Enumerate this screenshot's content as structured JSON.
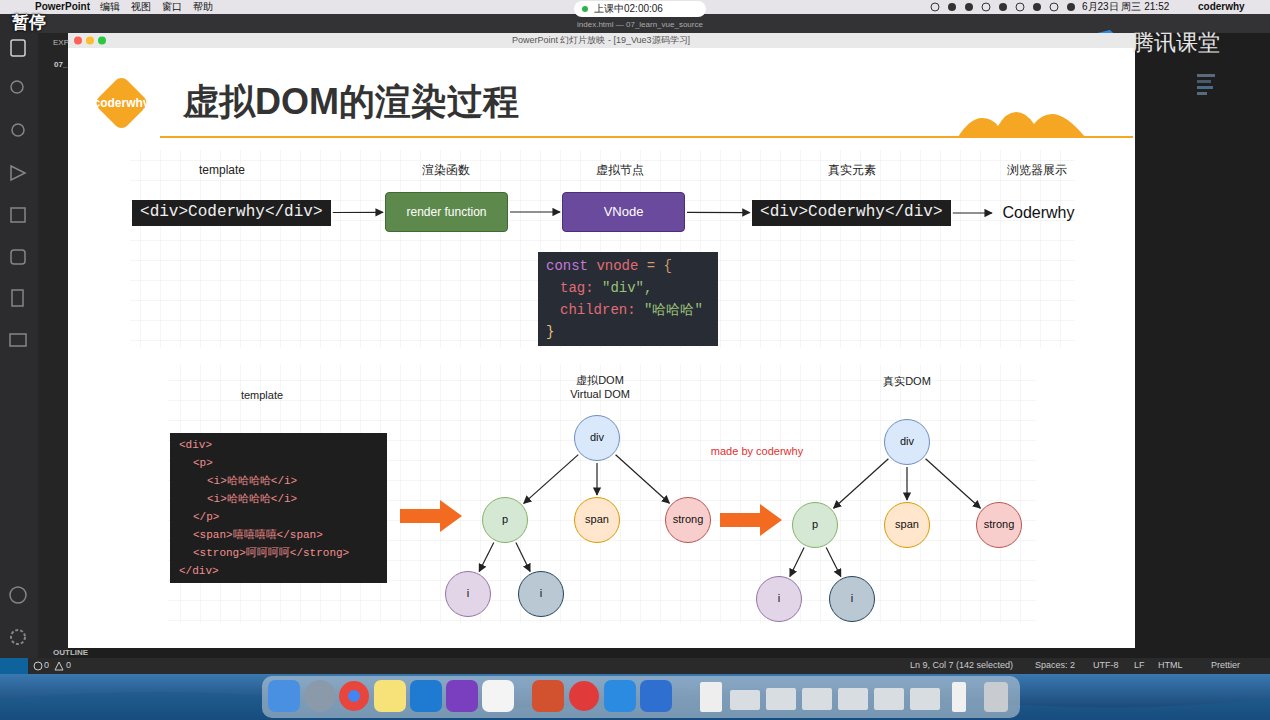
{
  "diagram": {
    "title": "虚拟DOM的渲染过程",
    "nodes": [
      {
        "text": [
          "coderwhy"
        ]
      },
      {
        "text": [
          "<div>Coderwhy</div>"
        ]
      },
      {
        "text": [
          "render function"
        ]
      },
      {
        "text": [
          "VNode"
        ]
      },
      {
        "text": [
          "<div>Coderwhy</div>"
        ]
      },
      {
        "text": [
          "Coderwhy"
        ]
      },
      {
        "text": [
          "const",
          "vnode",
          "= {",
          "tag:",
          "\"div\",",
          "children:",
          "\"哈哈哈\"",
          "}"
        ]
      },
      {
        "text": [
          "<div>",
          "<p>",
          "<i>哈哈哈哈</i>",
          "<i>哈哈哈哈</i>",
          "</p>",
          "<span>嘻嘻嘻嘻</span>",
          "<strong>呵呵呵呵</strong>",
          "</div>"
        ]
      },
      {
        "text": [
          "div"
        ]
      },
      {
        "text": [
          "p"
        ]
      },
      {
        "text": [
          "span"
        ]
      },
      {
        "text": [
          "strong"
        ]
      },
      {
        "text": [
          "i"
        ]
      },
      {
        "text": [
          "i"
        ]
      },
      {
        "text": [
          "div"
        ]
      },
      {
        "text": [
          "p"
        ]
      },
      {
        "text": [
          "span"
        ]
      },
      {
        "text": [
          "strong"
        ]
      },
      {
        "text": [
          "i"
        ]
      },
      {
        "text": [
          "i"
        ]
      }
    ],
    "edges": [
      {
        "from": 1,
        "to": 2,
        "arrow": "to"
      },
      {
        "from": 2,
        "to": 3,
        "arrow": "to"
      },
      {
        "from": 3,
        "to": 4,
        "arrow": "to"
      },
      {
        "from": 4,
        "to": 5,
        "arrow": "to"
      },
      {
        "from": 8,
        "to": 9,
        "arrow": "to"
      },
      {
        "from": 8,
        "to": 10,
        "arrow": "to"
      },
      {
        "from": 8,
        "to": 11,
        "arrow": "to"
      },
      {
        "from": 9,
        "to": 12,
        "arrow": "to"
      },
      {
        "from": 9,
        "to": 13,
        "arrow": "to"
      },
      {
        "from": 14,
        "to": 15,
        "arrow": "to"
      },
      {
        "from": 14,
        "to": 16,
        "arrow": "to"
      },
      {
        "from": 14,
        "to": 17,
        "arrow": "to"
      },
      {
        "from": 15,
        "to": 18,
        "arrow": "to"
      },
      {
        "from": 15,
        "to": 19,
        "arrow": "to"
      }
    ],
    "labels": [
      "暂停",
      "PowerPoint",
      "编辑",
      "视图",
      "窗口",
      "帮助",
      "上课中02:00:06",
      "index.html — 07_learn_vue_source",
      "6月23日 周三 21:52",
      "coderwhy",
      "PowerPoint 幻灯片放映 - [19_Vue3源码学习]",
      "腾讯课堂",
      "EXP",
      "07_",
      "OUTLINE",
      "0",
      "0",
      "Ln 9, Col 7 (142 selected)",
      "Spaces: 2",
      "UTF-8",
      "LF",
      "HTML",
      "Prettier",
      "template",
      "渲染函数",
      "虚拟节点",
      "真实元素",
      "浏览器展示",
      "template",
      "虚拟DOM",
      "Virtual DOM",
      "made by coderwhy",
      "真实DOM"
    ]
  }
}
